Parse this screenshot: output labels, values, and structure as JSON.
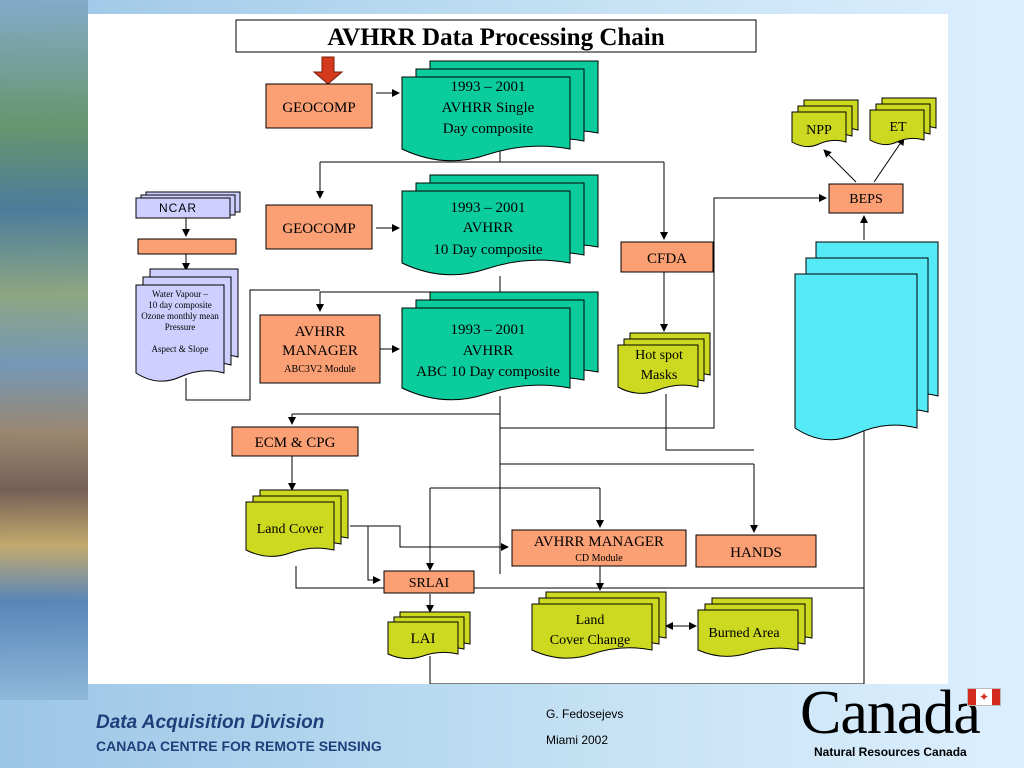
{
  "slide": {
    "title": "AVHRR Data Processing Chain"
  },
  "nodes": {
    "geocomp_1": "GEOCOMP",
    "geocomp_2": "GEOCOMP",
    "composite_single": [
      "1993 – 2001",
      "AVHRR Single",
      "Day composite"
    ],
    "composite_10day": [
      "1993 – 2001",
      "AVHRR",
      "10 Day composite"
    ],
    "composite_abc": [
      "1993 – 2001",
      "AVHRR",
      "ABC 10 Day composite"
    ],
    "ncar": "NCAR",
    "ancillary": [
      "Water Vapour –",
      "10 day composite",
      "Ozone monthly mean",
      "Pressure",
      "Aspect & Slope"
    ],
    "avhrr_manager_1": [
      "AVHRR",
      "MANAGER"
    ],
    "avhrr_manager_1_module": "ABC3V2 Module",
    "cfda": "CFDA",
    "hotspot": [
      "Hot spot",
      "Masks"
    ],
    "ecm_cpg": "ECM & CPG",
    "land_cover": "Land Cover",
    "avhrr_manager_2": "AVHRR MANAGER",
    "avhrr_manager_2_module": "CD Module",
    "hands": "HANDS",
    "srlai": "SRLAI",
    "lai": "LAI",
    "land_cover_change": [
      "Land",
      "Cover Change"
    ],
    "burned_area": "Burned Area",
    "beps": "BEPS",
    "npp": "NPP",
    "et": "ET"
  },
  "colors": {
    "process": "#fb9f74",
    "composite": "#0bcc9c",
    "output": "#ccd920",
    "ancillary": "#cfcfff",
    "beps_stack": "#55eaf6",
    "arrow_marker": "#d63a1e"
  },
  "footer": {
    "division": "Data Acquisition Division",
    "centre": "CANADA CENTRE FOR REMOTE SENSING",
    "author": "G. Fedosejevs",
    "venue": "Miami 2002",
    "wordmark": "Canada",
    "department": "Natural Resources Canada"
  }
}
